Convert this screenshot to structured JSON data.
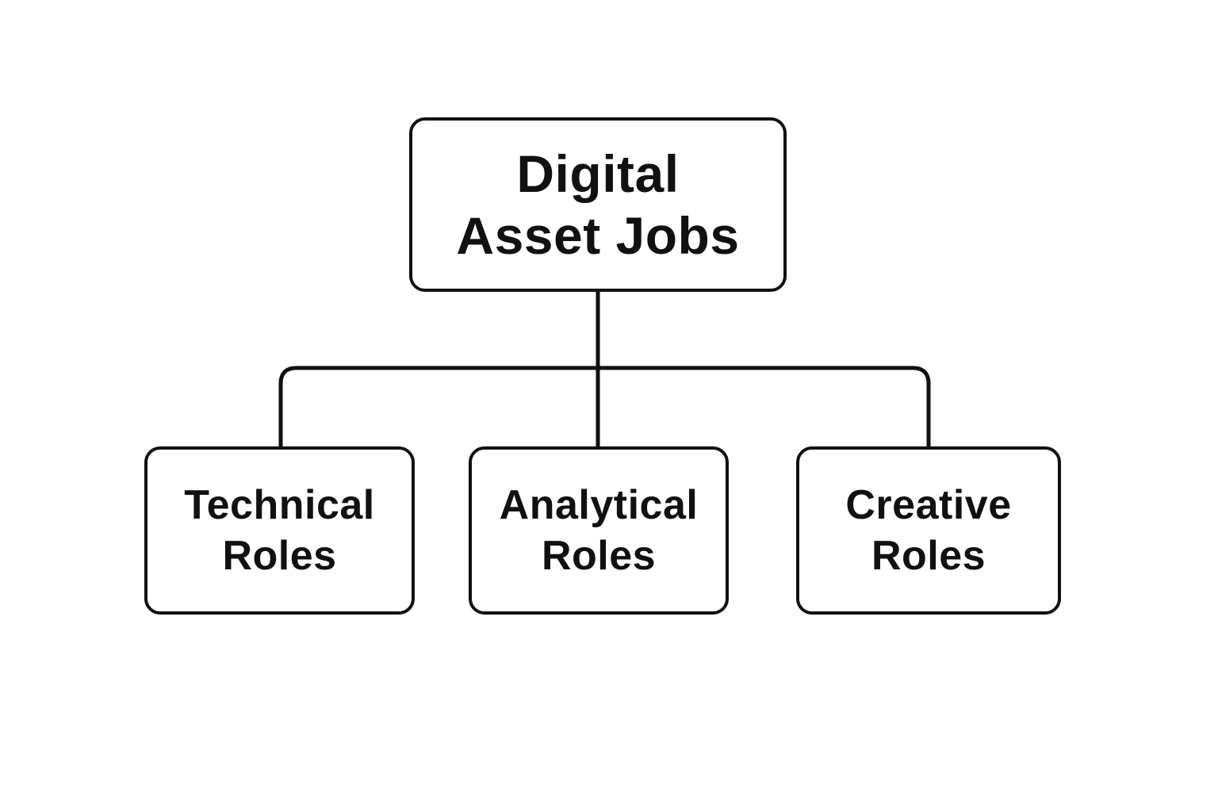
{
  "diagram": {
    "root": {
      "line1": "Digital",
      "line2": "Asset Jobs"
    },
    "children": [
      {
        "line1": "Technical",
        "line2": "Roles"
      },
      {
        "line1": "Analytical",
        "line2": "Roles"
      },
      {
        "line1": "Creative",
        "line2": "Roles"
      }
    ]
  },
  "colors": {
    "stroke": "#111111",
    "background": "#ffffff"
  }
}
